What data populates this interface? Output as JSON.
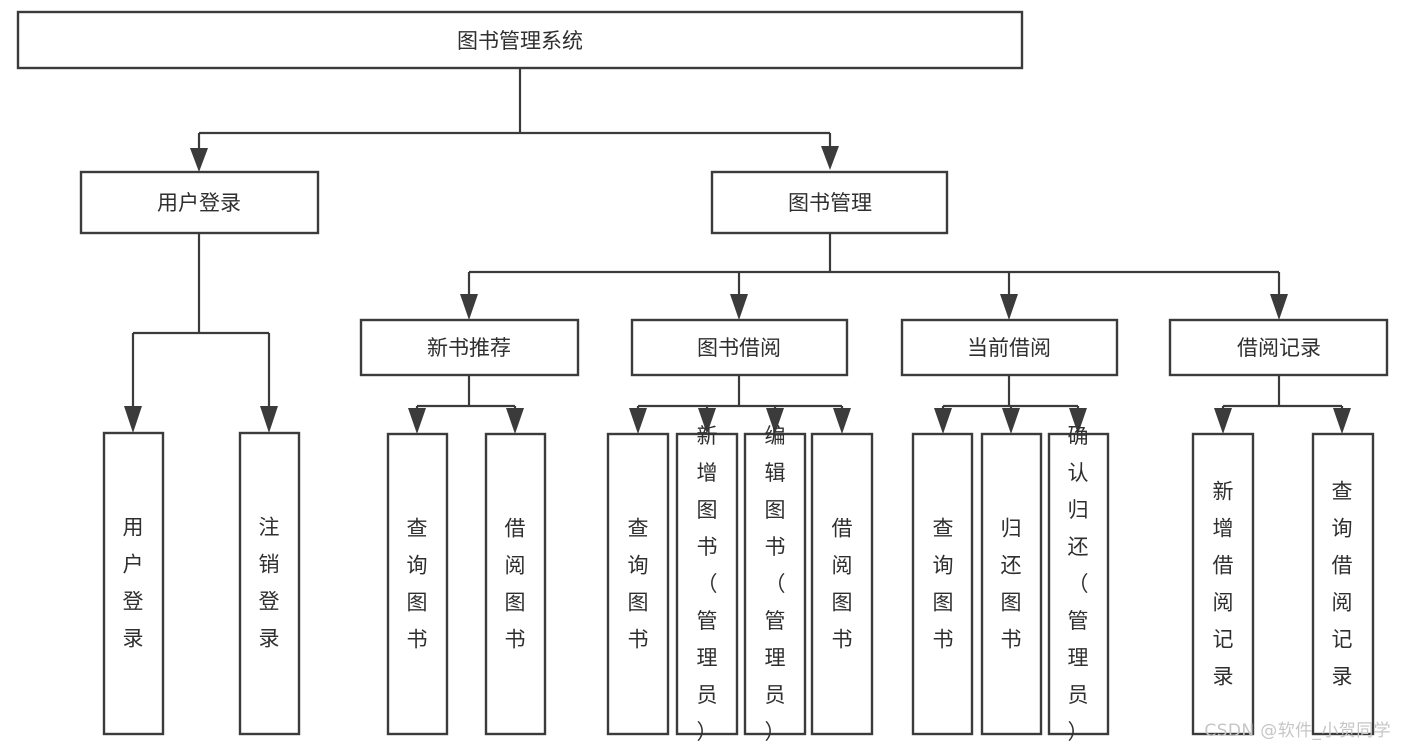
{
  "diagram": {
    "type": "tree",
    "title": "图书管理系统",
    "watermark": "CSDN @软件_小贺同学",
    "colors": {
      "box_stroke": "#3b3b3b",
      "box_fill": "#ffffff",
      "text": "#2f2f2f",
      "connector": "#3b3b3b",
      "watermark": "#c6c6c6",
      "background": "#ffffff"
    },
    "levels": {
      "root": {
        "label": "图书管理系统"
      },
      "level1": [
        {
          "label": "用户登录"
        },
        {
          "label": "图书管理"
        }
      ],
      "level2": [
        {
          "label": "新书推荐"
        },
        {
          "label": "图书借阅"
        },
        {
          "label": "当前借阅"
        },
        {
          "label": "借阅记录"
        }
      ],
      "leaves": {
        "user_login": [
          {
            "label": "用户登录"
          },
          {
            "label": "注销登录"
          }
        ],
        "new_book_recommend": [
          {
            "label": "查询图书"
          },
          {
            "label": "借阅图书"
          }
        ],
        "book_borrow": [
          {
            "label": "查询图书"
          },
          {
            "label": "新增图书（管理员）"
          },
          {
            "label": "编辑图书（管理员）"
          },
          {
            "label": "借阅图书"
          }
        ],
        "current_borrow": [
          {
            "label": "查询图书"
          },
          {
            "label": "归还图书"
          },
          {
            "label": "确认归还（管理员）"
          }
        ],
        "borrow_record": [
          {
            "label": "新增借阅记录"
          },
          {
            "label": "查询借阅记录"
          }
        ]
      }
    }
  }
}
